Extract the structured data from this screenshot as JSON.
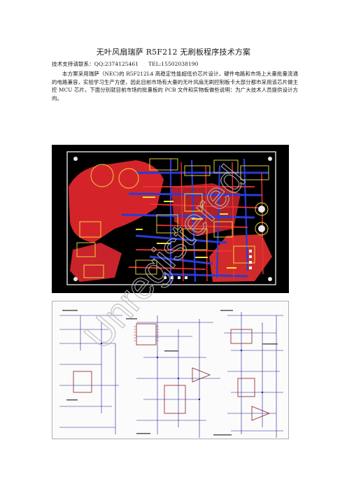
{
  "document": {
    "title": "无叶风扇瑞萨 R5F212 无刷板程序技术方案",
    "contact": {
      "support": "技术支持请联系：QQ:2374125461",
      "tel": "TEL:15502038190"
    },
    "paragraph": "本方案采用瑞萨（NEC)的 R5F212L4 高稳定性能超低价芯片设计，硬件电路和市场上大量批量流通的电路兼容，实验学习生产方便，因此目前市场有大量的无叶风扇无刷控制板卡大部分都市采用该芯片做主控 MCU 芯片，下面分别就目前市场的批量板的 PCB 文件和实物板做些说明：为广大技术人员提供设计方向。",
    "watermark": "Unregistered"
  },
  "figures": {
    "pcb_layout": {
      "colors": {
        "background": "#000000",
        "copper_top": "#e0232a",
        "copper_bottom": "#2a3bd6",
        "silk": "#f2e23a",
        "outline": "#e7e7e7"
      }
    },
    "schematic": {
      "colors": {
        "wire": "#1c1c9a",
        "component": "#8a1f1f",
        "text": "#333333"
      }
    }
  }
}
